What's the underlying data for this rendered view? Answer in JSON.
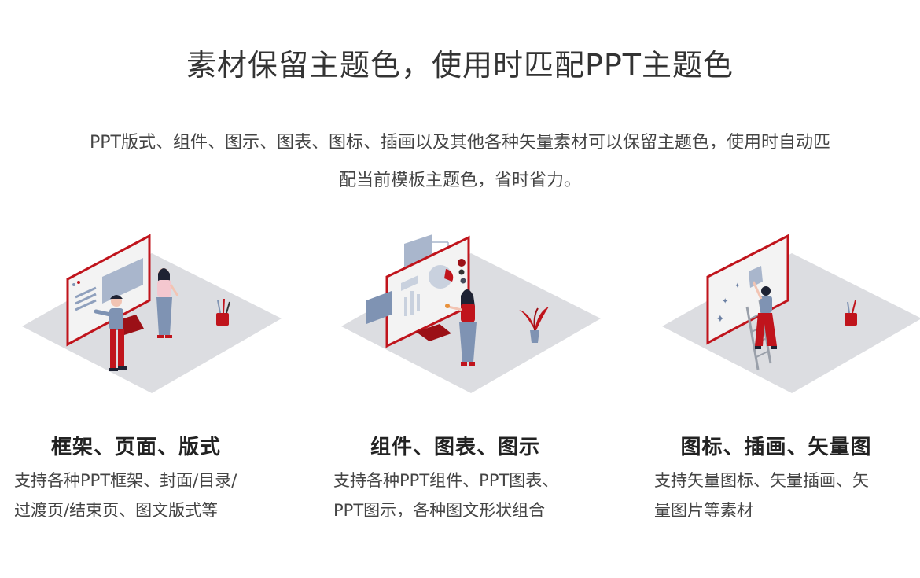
{
  "header": {
    "title": "素材保留主题色，使用时匹配PPT主题色",
    "intro_line1": "PPT版式、组件、图示、图表、图标、插画以及其他各种矢量素材可以保留主题色，使用时自动匹",
    "intro_line2": "配当前模板主题色，省时省力。"
  },
  "colors": {
    "accent": "#c0141c",
    "floor": "#dcdde1",
    "figure_blue": "#7f93b3",
    "text": "#333333"
  },
  "cards": [
    {
      "title": "框架、页面、版式",
      "desc_line1": "支持各种PPT框架、封面/目录/",
      "desc_line2": "过渡页/结束页、图文版式等",
      "illustration": "presentation-board-illustration"
    },
    {
      "title": "组件、图表、图示",
      "desc_line1": "支持各种PPT组件、PPT图表、",
      "desc_line2": "PPT图示，各种图文形状组合",
      "illustration": "chart-screen-illustration"
    },
    {
      "title": "图标、插画、矢量图",
      "desc_line1": "支持矢量图标、矢量插画、矢",
      "desc_line2": "量图片等素材",
      "illustration": "ladder-artist-illustration"
    }
  ]
}
